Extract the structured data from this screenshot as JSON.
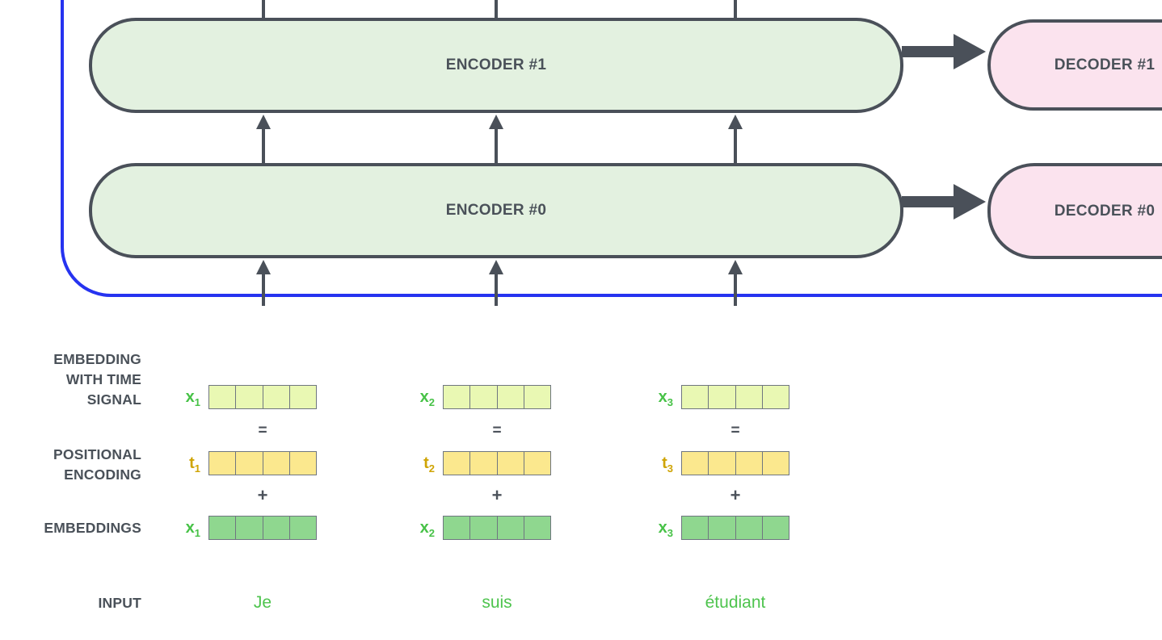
{
  "encoders": [
    {
      "label": "ENCODER #1"
    },
    {
      "label": "ENCODER #0"
    }
  ],
  "decoders": [
    {
      "label": "DECODER #1"
    },
    {
      "label": "DECODER #0"
    }
  ],
  "side_labels": {
    "time_signal_lines": [
      "EMBEDDING",
      "WITH TIME",
      "SIGNAL"
    ],
    "positional_lines": [
      "POSITIONAL",
      "ENCODING"
    ],
    "embeddings": "EMBEDDINGS",
    "input": "INPUT"
  },
  "operators": {
    "equals": "=",
    "plus": "+"
  },
  "columns": [
    {
      "x_base": "x",
      "x_sub": "1",
      "t_base": "t",
      "t_sub": "1",
      "word": "Je"
    },
    {
      "x_base": "x",
      "x_sub": "2",
      "t_base": "t",
      "t_sub": "2",
      "word": "suis"
    },
    {
      "x_base": "x",
      "x_sub": "3",
      "t_base": "t",
      "t_sub": "3",
      "word": "étudiant"
    }
  ],
  "vector_cells_per_row": 4,
  "colors": {
    "frame_blue": "#2633f0",
    "box_border_gray": "#4a5059",
    "encoder_fill": "#e3f1e0",
    "decoder_fill": "#fbe3ee",
    "time_signal_cell": "#e9f8b3",
    "positional_cell": "#fbe88e",
    "embedding_cell": "#8fd78f",
    "x_label_green": "#47c247",
    "t_label_gold": "#cfa405",
    "input_word_green": "#4ec44e",
    "text_gray": "#4a5159"
  }
}
